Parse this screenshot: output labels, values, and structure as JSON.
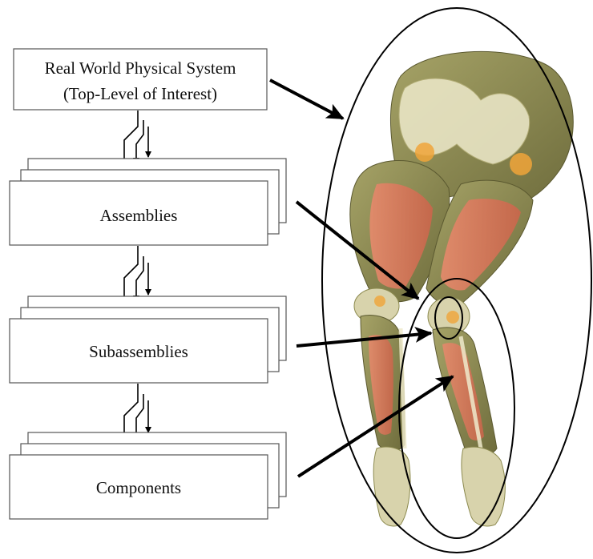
{
  "hierarchy": {
    "top": {
      "line1": "Real World Physical System",
      "line2": "(Top-Level of Interest)"
    },
    "levels": [
      {
        "label": "Assemblies"
      },
      {
        "label": "Subassemblies"
      },
      {
        "label": "Components"
      }
    ]
  },
  "illustration": {
    "subject": "human-legs-anatomy-icon",
    "colors": {
      "skin": "#8c8a4f",
      "muscle": "#d9795e",
      "bone": "#eeeacb",
      "cartilage": "#f0a53a"
    }
  }
}
